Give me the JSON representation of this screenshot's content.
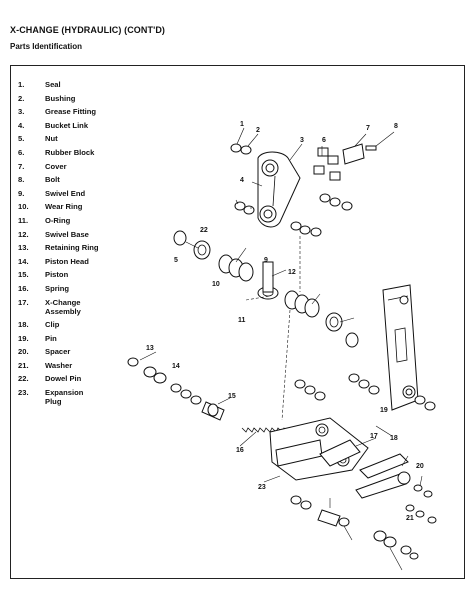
{
  "header": {
    "title": "X-CHANGE (HYDRAULIC) (CONT'D)",
    "subtitle": "Parts Identification"
  },
  "legend": [
    {
      "num": "1.",
      "name": "Seal"
    },
    {
      "num": "2.",
      "name": "Bushing"
    },
    {
      "num": "3.",
      "name": "Grease Fitting"
    },
    {
      "num": "4.",
      "name": "Bucket Link"
    },
    {
      "num": "5.",
      "name": "Nut"
    },
    {
      "num": "6.",
      "name": "Rubber Block"
    },
    {
      "num": "7.",
      "name": "Cover"
    },
    {
      "num": "8.",
      "name": "Bolt"
    },
    {
      "num": "9.",
      "name": "Swivel End"
    },
    {
      "num": "10.",
      "name": "Wear Ring"
    },
    {
      "num": "11.",
      "name": "O-Ring"
    },
    {
      "num": "12.",
      "name": "Swivel Base"
    },
    {
      "num": "13.",
      "name": "Retaining Ring"
    },
    {
      "num": "14.",
      "name": "Piston Head"
    },
    {
      "num": "15.",
      "name": "Piston"
    },
    {
      "num": "16.",
      "name": "Spring"
    },
    {
      "num": "17.",
      "name": "X-Change\nAssembly"
    },
    {
      "num": "18.",
      "name": "Clip"
    },
    {
      "num": "19.",
      "name": "Pin"
    },
    {
      "num": "20.",
      "name": "Spacer"
    },
    {
      "num": "21.",
      "name": "Washer"
    },
    {
      "num": "22.",
      "name": "Dowel Pin"
    },
    {
      "num": "23.",
      "name": "Expansion\nPlug"
    }
  ],
  "callouts": [
    "1",
    "2",
    "3",
    "4",
    "5",
    "6",
    "7",
    "8",
    "9",
    "10",
    "11",
    "12",
    "13",
    "14",
    "15",
    "16",
    "17",
    "18",
    "19",
    "20",
    "21",
    "22",
    "23"
  ]
}
